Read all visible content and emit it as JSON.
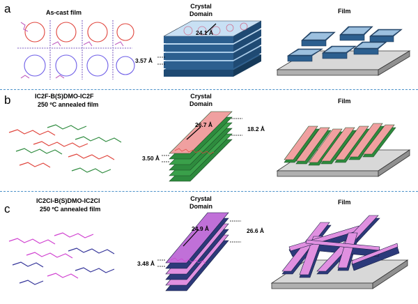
{
  "figure": {
    "panels": [
      {
        "letter": "a",
        "molecule_title": "As-cast film",
        "crystal_title": "Crystal\nDomain",
        "film_title": "Film",
        "dims": [
          "24.1 Å",
          "3.57 Å"
        ]
      },
      {
        "letter": "b",
        "molecule_title_line1": "IC2F-B(S)DMO-IC2F",
        "molecule_title_line2": "250 ºC annealed film",
        "crystal_title": "Crystal\nDomain",
        "film_title": "Film",
        "dims": [
          "26.7 Å",
          "18.2 Å",
          "3.50 Å"
        ]
      },
      {
        "letter": "c",
        "molecule_title_line1": "IC2Cl-B(S)DMO-IC2Cl",
        "molecule_title_line2": "250 ºC annealed film",
        "crystal_title": "Crystal\nDomain",
        "film_title": "Film",
        "dims": [
          "24.9 Å",
          "26.6 Å",
          "3.48 Å"
        ]
      }
    ],
    "colors": {
      "divider": "#4a90c8",
      "layer_blue": "#2c5f8f",
      "layer_light": "#a9cbe8",
      "green": "#2e8b3e",
      "red": "#e0443c",
      "magenta": "#d040d0",
      "navy": "#333399"
    }
  }
}
